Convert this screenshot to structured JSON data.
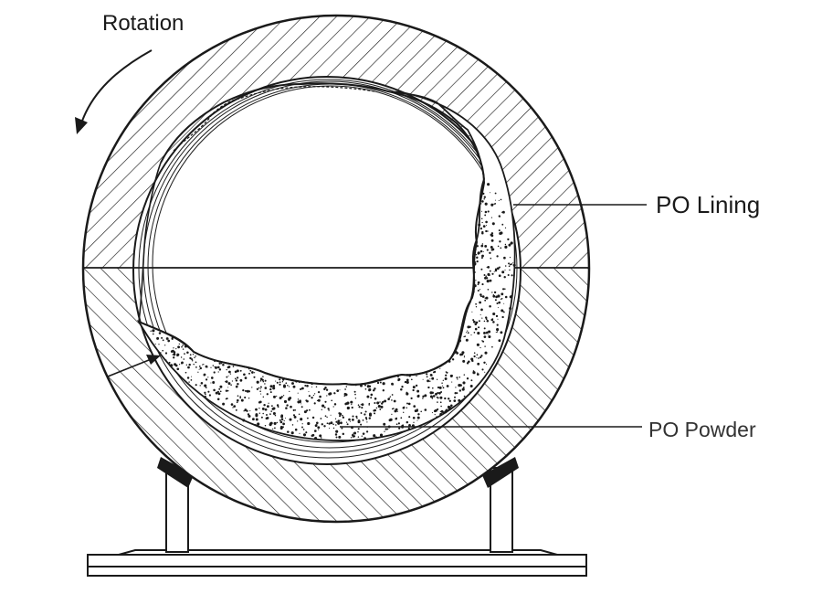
{
  "labels": {
    "rotation": "Rotation",
    "po_lining": "PO Lining",
    "po_powder": "PO Powder"
  },
  "colors": {
    "ink": "#1a1a1a",
    "background": "#ffffff"
  }
}
